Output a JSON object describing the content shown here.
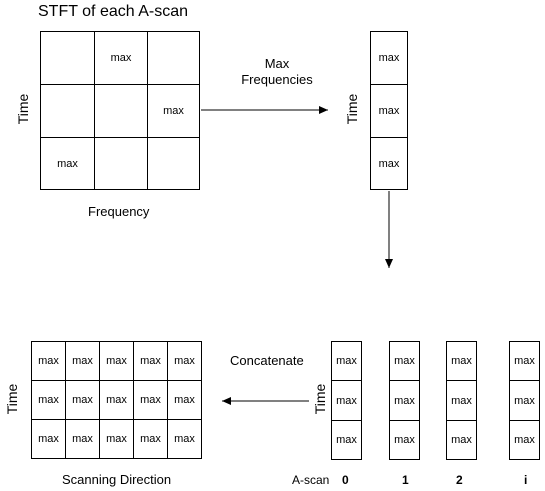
{
  "title": "STFT of each A-scan",
  "cell_text": "max",
  "axis_time": "Time",
  "axis_frequency": "Frequency",
  "arrow_label_max_frequencies": [
    "Max",
    "Frequencies"
  ],
  "arrow_label_concatenate": "Concatenate",
  "scanning_direction": "Scanning Direction",
  "ascan_label": "A-scan",
  "ascan_indices": [
    "0",
    "1",
    "2",
    "i"
  ]
}
